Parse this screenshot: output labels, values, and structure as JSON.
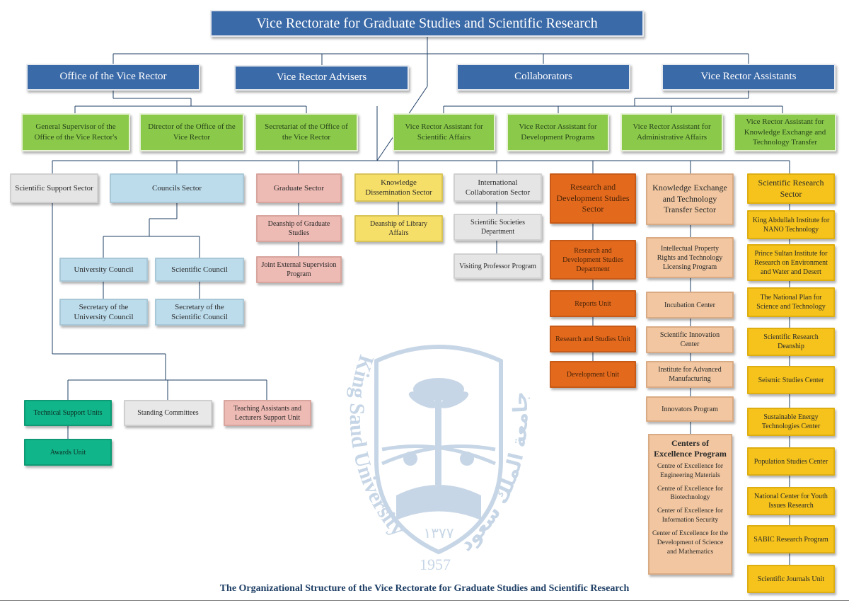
{
  "top": "Vice Rectorate for Graduate Studies and Scientific Research",
  "level1": {
    "office": "Office of the Vice Rector",
    "advisers": "Vice Rector Advisers",
    "collaborators": "Collaborators",
    "assistants": "Vice Rector Assistants"
  },
  "office_units": {
    "general_supervisor": "General Supervisor of the Office of the Vice Rector's",
    "director": "Director of the Office of the Vice Rector",
    "secretariat": "Secretariat of the Office of the Vice Rector"
  },
  "assistant_units": {
    "scientific": "Vice Rector Assistant for Scientific Affairs",
    "development": "Vice Rector Assistant for Development Programs",
    "administrative": "Vice Rector Assistant for Administrative Affairs",
    "knowledge": "Vice Rector Assistant for Knowledge Exchange and Technology Transfer"
  },
  "scientific_support": {
    "title": "Scientific Support Sector",
    "technical": "Technical Support Units",
    "awards": "Awards Unit",
    "standing": "Standing Committees",
    "teaching": "Teaching Assistants and Lecturers Support Unit"
  },
  "councils": {
    "title": "Councils Sector",
    "university": "University Council",
    "scientific": "Scientific Council",
    "sec_university": "Secretary of the University Council",
    "sec_scientific": "Secretary of the Scientific Council"
  },
  "graduate": {
    "title": "Graduate Sector",
    "deanship": "Deanship of Graduate Studies",
    "joint": "Joint External Supervision Program"
  },
  "knowledge_dissemination": {
    "title": "Knowledge Dissemination Sector",
    "library": "Deanship of Library Affairs"
  },
  "international": {
    "title": "International Collaboration Sector",
    "societies": "Scientific Societies Department",
    "visiting": "Visiting Professor Program"
  },
  "rd": {
    "title": "Research and Development Studies Sector",
    "department": "Research and Development Studies Department",
    "reports": "Reports Unit",
    "studies": "Research and Studies Unit",
    "development": "Development Unit"
  },
  "ketts": {
    "title": "Knowledge Exchange and Technology Transfer Sector",
    "ip": "Intellectual Property Rights and Technology Licensing Program",
    "incubation": "Incubation Center",
    "innovation": "Scientific Innovation Center",
    "manufacturing": "Institute for Advanced Manufacturing",
    "innovators": "Innovators Program",
    "coe_title": "Centers of Excellence Program",
    "coe_items": [
      "Centre of Excellence for Engineering Materials",
      "Centre of Excellence for Biotechnology",
      "Center of Excellence for Information Security",
      "Center of Excellence for the Development of Science and Mathematics"
    ]
  },
  "srs": {
    "title": "Scientific Research Sector",
    "items": [
      "King Abdullah Institute for NANO Technology",
      "Prince Sultan Institute for Research on Environment and Water and Desert",
      "The National Plan for Science and Technology",
      "Scientific Research Deanship",
      "Seismic Studies Center",
      "Sustainable Energy Technologies Center",
      "Population Studies Center",
      "National Center for Youth Issues Research",
      "SABIC Research Program",
      "Scientific Journals Unit"
    ]
  },
  "watermark": {
    "en": "King Saud University",
    "year": "1957",
    "hijri": "١٣٧٧",
    "ar": "جامعة الملك سعود"
  },
  "caption": "The Organizational Structure of the Vice Rectorate for Graduate Studies and Scientific Research"
}
